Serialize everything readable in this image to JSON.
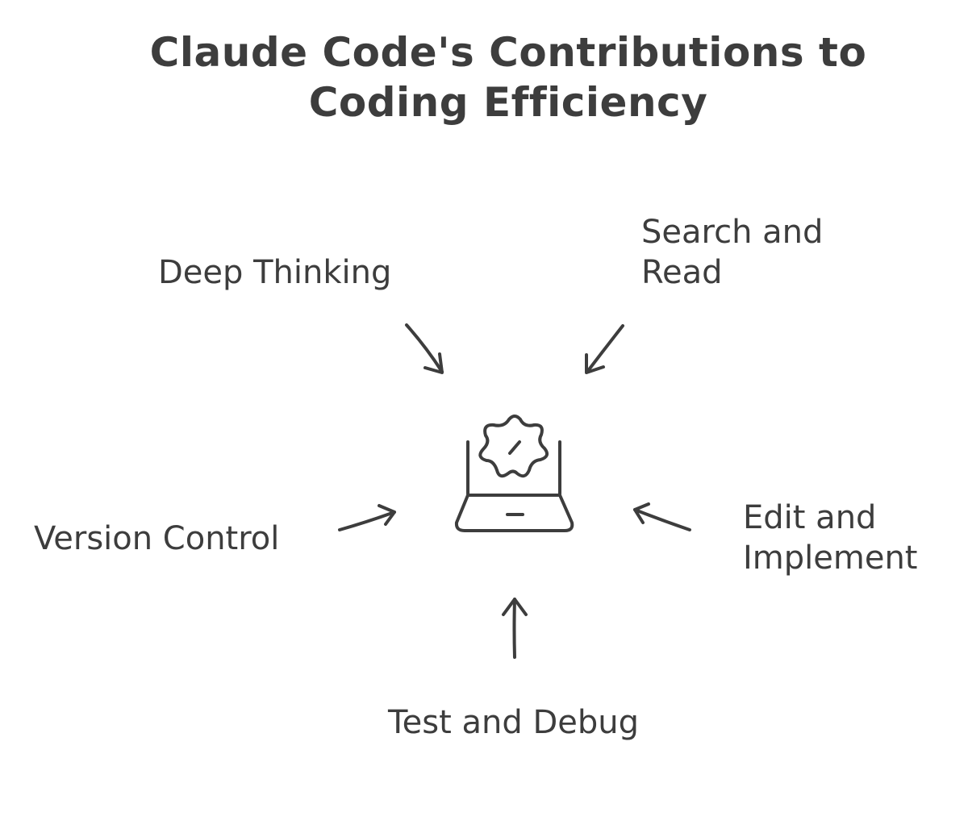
{
  "title": "Claude Code's Contributions to Coding Efficiency",
  "center": {
    "icon": "laptop-gear-icon"
  },
  "contributions": {
    "deep_thinking": {
      "label": "Deep Thinking"
    },
    "search_read": {
      "line1": "Search and",
      "line2": "Read"
    },
    "version_control": {
      "label": "Version Control"
    },
    "edit_implement": {
      "line1": "Edit and",
      "line2": "Implement"
    },
    "test_debug": {
      "label": "Test and Debug"
    }
  },
  "colors": {
    "ink": "#3d3d3d",
    "background": "#ffffff"
  }
}
